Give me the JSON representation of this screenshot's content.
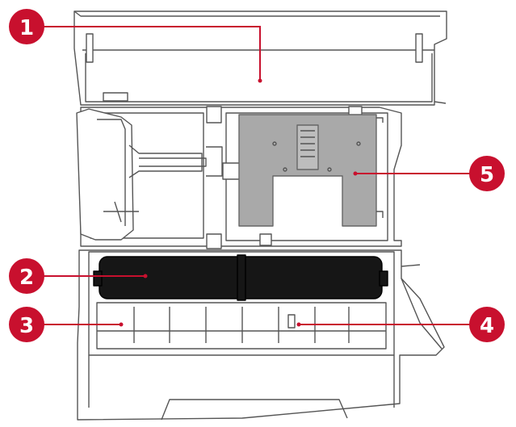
{
  "callouts": [
    {
      "label": "1"
    },
    {
      "label": "2"
    },
    {
      "label": "3"
    },
    {
      "label": "4"
    },
    {
      "label": "5"
    }
  ],
  "colors": {
    "callout": "#c8102e",
    "outline": "#555555",
    "roller": "#161616",
    "plate": "#a9a9a9"
  }
}
